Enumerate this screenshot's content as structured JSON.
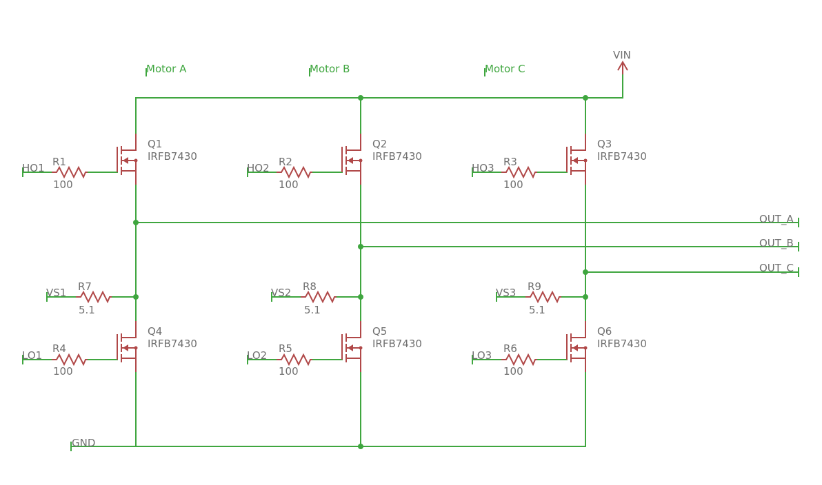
{
  "headers": {
    "motor_a": "Motor A",
    "motor_b": "Motor B",
    "motor_c": "Motor C"
  },
  "supply": {
    "vin": "VIN",
    "gnd": "GND"
  },
  "outputs": {
    "a": "OUT_A",
    "b": "OUT_B",
    "c": "OUT_C"
  },
  "nets": {
    "ho1": "HO1",
    "ho2": "HO2",
    "ho3": "HO3",
    "lo1": "LO1",
    "lo2": "LO2",
    "lo3": "LO3",
    "vs1": "VS1",
    "vs2": "VS2",
    "vs3": "VS3"
  },
  "resistors": {
    "r1": {
      "name": "R1",
      "value": "100"
    },
    "r2": {
      "name": "R2",
      "value": "100"
    },
    "r3": {
      "name": "R3",
      "value": "100"
    },
    "r4": {
      "name": "R4",
      "value": "100"
    },
    "r5": {
      "name": "R5",
      "value": "100"
    },
    "r6": {
      "name": "R6",
      "value": "100"
    },
    "r7": {
      "name": "R7",
      "value": "5.1"
    },
    "r8": {
      "name": "R8",
      "value": "5.1"
    },
    "r9": {
      "name": "R9",
      "value": "5.1"
    }
  },
  "transistors": {
    "q1": {
      "name": "Q1",
      "part": "IRFB7430"
    },
    "q2": {
      "name": "Q2",
      "part": "IRFB7430"
    },
    "q3": {
      "name": "Q3",
      "part": "IRFB7430"
    },
    "q4": {
      "name": "Q4",
      "part": "IRFB7430"
    },
    "q5": {
      "name": "Q5",
      "part": "IRFB7430"
    },
    "q6": {
      "name": "Q6",
      "part": "IRFB7430"
    }
  },
  "colors": {
    "wire": "#3fa63f",
    "component": "#b04848",
    "label": "#707070"
  }
}
